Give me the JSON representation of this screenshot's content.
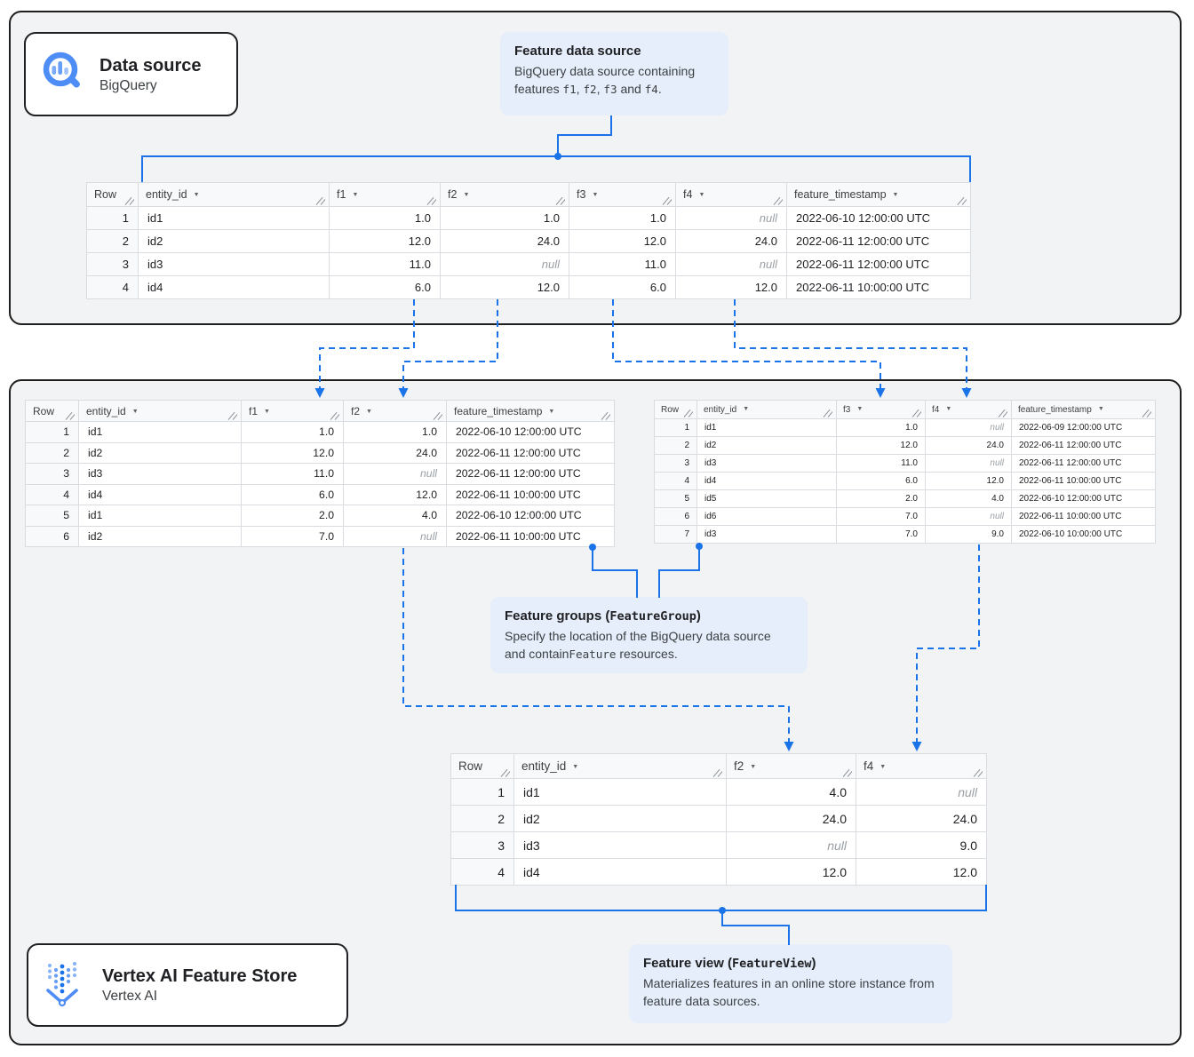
{
  "cards": {
    "data_source": {
      "title": "Data source",
      "subtitle": "BigQuery"
    },
    "vertex": {
      "title": "Vertex AI Feature Store",
      "subtitle": "Vertex AI"
    }
  },
  "callouts": {
    "feature_data_source": {
      "title_segments": [
        {
          "t": "Feature data source"
        }
      ],
      "body_segments": [
        {
          "t": "BigQuery data source containing features "
        },
        {
          "t": "f1",
          "mono": true
        },
        {
          "t": ", "
        },
        {
          "t": "f2",
          "mono": true
        },
        {
          "t": ", "
        },
        {
          "t": "f3",
          "mono": true
        },
        {
          "t": " and "
        },
        {
          "t": "f4",
          "mono": true
        },
        {
          "t": "."
        }
      ]
    },
    "feature_groups": {
      "title_segments": [
        {
          "t": "Feature groups ("
        },
        {
          "t": "FeatureGroup",
          "mono": true
        },
        {
          "t": ")"
        }
      ],
      "body_segments": [
        {
          "t": "Specify the location of the BigQuery data source and contain"
        },
        {
          "t": "Feature",
          "mono": true
        },
        {
          "t": " resources."
        }
      ]
    },
    "feature_view": {
      "title_segments": [
        {
          "t": "Feature view ("
        },
        {
          "t": "FeatureView",
          "mono": true
        },
        {
          "t": ")"
        }
      ],
      "body_segments": [
        {
          "t": "Materializes features in an online store instance from feature data sources."
        }
      ]
    }
  },
  "tables": {
    "source": {
      "columns": [
        {
          "label": "Row",
          "sortable": false
        },
        {
          "label": "entity_id",
          "sortable": true
        },
        {
          "label": "f1",
          "sortable": true
        },
        {
          "label": "f2",
          "sortable": true
        },
        {
          "label": "f3",
          "sortable": true
        },
        {
          "label": "f4",
          "sortable": true
        },
        {
          "label": "feature_timestamp",
          "sortable": true
        }
      ],
      "rows": [
        [
          "1",
          "id1",
          "1.0",
          "1.0",
          "1.0",
          "null",
          "2022-06-10 12:00:00 UTC"
        ],
        [
          "2",
          "id2",
          "12.0",
          "24.0",
          "12.0",
          "24.0",
          "2022-06-11 12:00:00 UTC"
        ],
        [
          "3",
          "id3",
          "11.0",
          "null",
          "11.0",
          "null",
          "2022-06-11 12:00:00 UTC"
        ],
        [
          "4",
          "id4",
          "6.0",
          "12.0",
          "6.0",
          "12.0",
          "2022-06-11 10:00:00 UTC"
        ]
      ]
    },
    "feature_group_1": {
      "columns": [
        {
          "label": "Row",
          "sortable": false
        },
        {
          "label": "entity_id",
          "sortable": true
        },
        {
          "label": "f1",
          "sortable": true
        },
        {
          "label": "f2",
          "sortable": true
        },
        {
          "label": "feature_timestamp",
          "sortable": true
        }
      ],
      "rows": [
        [
          "1",
          "id1",
          "1.0",
          "1.0",
          "2022-06-10 12:00:00 UTC"
        ],
        [
          "2",
          "id2",
          "12.0",
          "24.0",
          "2022-06-11 12:00:00 UTC"
        ],
        [
          "3",
          "id3",
          "11.0",
          "null",
          "2022-06-11 12:00:00 UTC"
        ],
        [
          "4",
          "id4",
          "6.0",
          "12.0",
          "2022-06-11 10:00:00 UTC"
        ],
        [
          "5",
          "id1",
          "2.0",
          "4.0",
          "2022-06-10 12:00:00 UTC"
        ],
        [
          "6",
          "id2",
          "7.0",
          "null",
          "2022-06-11 10:00:00 UTC"
        ]
      ]
    },
    "feature_group_2": {
      "columns": [
        {
          "label": "Row",
          "sortable": false
        },
        {
          "label": "entity_id",
          "sortable": true
        },
        {
          "label": "f3",
          "sortable": true
        },
        {
          "label": "f4",
          "sortable": true
        },
        {
          "label": "feature_timestamp",
          "sortable": true
        }
      ],
      "rows": [
        [
          "1",
          "id1",
          "1.0",
          "null",
          "2022-06-09 12:00:00 UTC"
        ],
        [
          "2",
          "id2",
          "12.0",
          "24.0",
          "2022-06-11 12:00:00 UTC"
        ],
        [
          "3",
          "id3",
          "11.0",
          "null",
          "2022-06-11 12:00:00 UTC"
        ],
        [
          "4",
          "id4",
          "6.0",
          "12.0",
          "2022-06-11 10:00:00 UTC"
        ],
        [
          "5",
          "id5",
          "2.0",
          "4.0",
          "2022-06-10 12:00:00 UTC"
        ],
        [
          "6",
          "id6",
          "7.0",
          "null",
          "2022-06-11 10:00:00 UTC"
        ],
        [
          "7",
          "id3",
          "7.0",
          "9.0",
          "2022-06-10 10:00:00 UTC"
        ]
      ]
    },
    "feature_view": {
      "columns": [
        {
          "label": "Row",
          "sortable": false
        },
        {
          "label": "entity_id",
          "sortable": true
        },
        {
          "label": "f2",
          "sortable": true
        },
        {
          "label": "f4",
          "sortable": true
        }
      ],
      "rows": [
        [
          "1",
          "id1",
          "4.0",
          "null"
        ],
        [
          "2",
          "id2",
          "24.0",
          "24.0"
        ],
        [
          "3",
          "id3",
          "null",
          "9.0"
        ],
        [
          "4",
          "id4",
          "12.0",
          "12.0"
        ]
      ]
    }
  },
  "colors": {
    "accent": "#1a73e8",
    "callout_bg": "#e6eefb",
    "section_bg": "#f1f3f4",
    "null_text": "#9aa0a6"
  }
}
